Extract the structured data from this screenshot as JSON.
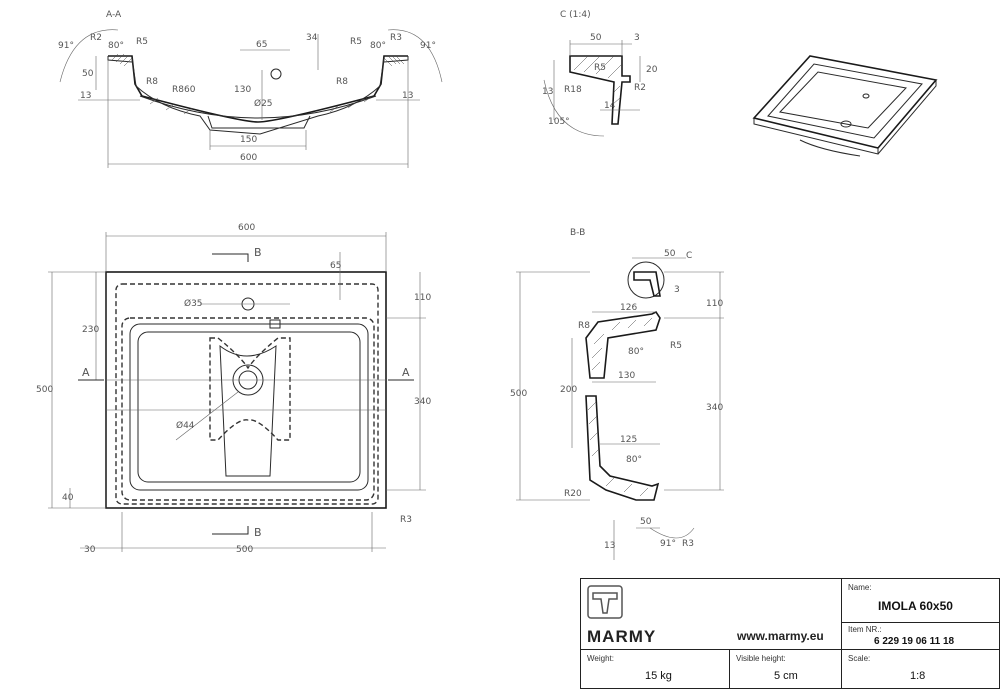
{
  "views": {
    "aa_label": "A-A",
    "c_label": "C (1:4)",
    "bb_label": "B-B",
    "section_b": "B",
    "section_a": "A",
    "detail_c": "C"
  },
  "dims_aa": {
    "angle_left": "91°",
    "r2_left": "R2",
    "angle80_left": "80°",
    "r5_left": "R5",
    "angle_right": "91°",
    "r3_right": "R3",
    "angle80_right": "80°",
    "r5_right": "R5",
    "d65": "65",
    "d34": "34",
    "d50": "50",
    "d130": "130",
    "d25": "Ø25",
    "r8_left": "R8",
    "r860": "R860",
    "r8_right": "R8",
    "d13_left": "13",
    "d13_right": "13",
    "d150": "150",
    "d600": "600"
  },
  "dims_c": {
    "d50": "50",
    "d3": "3",
    "d20": "20",
    "r5": "R5",
    "r2": "R2",
    "d13": "13",
    "r18": "R18",
    "d14": "14",
    "angle105": "105°"
  },
  "dims_plan": {
    "d600": "600",
    "d65": "65",
    "d35": "Ø35",
    "d110": "110",
    "d230": "230",
    "d500_left": "500",
    "d44": "Ø44",
    "d340": "340",
    "d40": "40",
    "d30": "30",
    "d500_bottom": "500",
    "r3": "R3"
  },
  "dims_bb": {
    "d50_top": "50",
    "d3": "3",
    "d110": "110",
    "d126": "126",
    "r8": "R8",
    "angle80_top": "80°",
    "r5": "R5",
    "d500": "500",
    "d200": "200",
    "d130": "130",
    "d340": "340",
    "d125": "125",
    "angle80_bottom": "80°",
    "r20": "R20",
    "d50_bottom": "50",
    "d13": "13",
    "angle91": "91°",
    "r3": "R3"
  },
  "title_block": {
    "brand": "MARMY",
    "website": "www.marmy.eu",
    "name_label": "Name:",
    "name_value": "IMOLA 60x50",
    "item_label": "Item NR.:",
    "item_value": "6 229 19 06 11 18",
    "weight_label": "Weight:",
    "weight_value": "15 kg",
    "height_label": "Visible height:",
    "height_value": "5 cm",
    "scale_label": "Scale:",
    "scale_value": "1:8"
  }
}
